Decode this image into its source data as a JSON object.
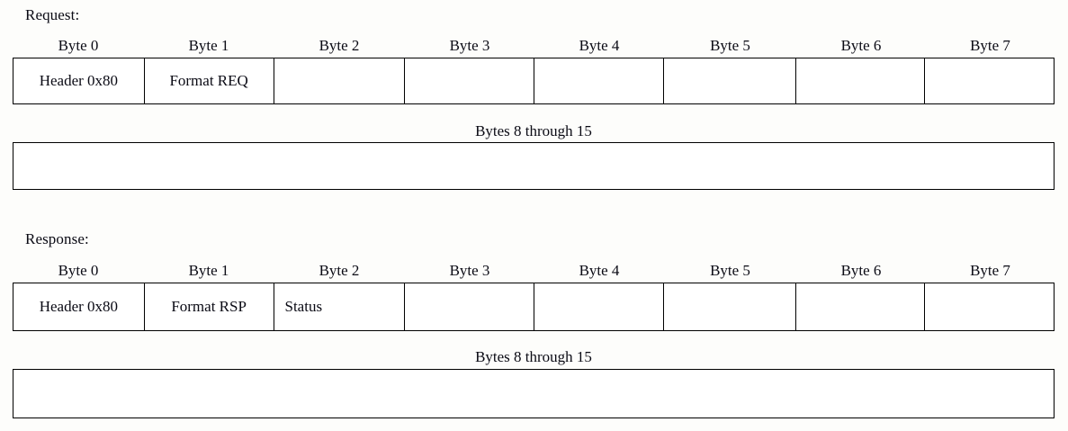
{
  "figure": {
    "title_request": "Request:",
    "title_response": "Response:",
    "byte_headers": [
      "Byte 0",
      "Byte 1",
      "Byte 2",
      "Byte 3",
      "Byte 4",
      "Byte 5",
      "Byte 6",
      "Byte 7"
    ],
    "wide_label": "Bytes 8 through 15",
    "colors": {
      "background": "#fdfdfb",
      "cell_fill": "#ffffff",
      "border": "#000000",
      "text": "#0a0a14"
    }
  },
  "request": {
    "label": "Request:",
    "headers": [
      "Byte 0",
      "Byte 1",
      "Byte 2",
      "Byte 3",
      "Byte 4",
      "Byte 5",
      "Byte 6",
      "Byte 7"
    ],
    "cells": [
      {
        "text": "Header 0x80",
        "align": "center"
      },
      {
        "text": "Format REQ",
        "align": "center"
      },
      {
        "text": "",
        "align": "center"
      },
      {
        "text": "",
        "align": "center"
      },
      {
        "text": "",
        "align": "center"
      },
      {
        "text": "",
        "align": "center"
      },
      {
        "text": "",
        "align": "center"
      },
      {
        "text": "",
        "align": "center"
      }
    ],
    "extension_label": "Bytes 8 through 15",
    "extension_value": ""
  },
  "response": {
    "label": "Response:",
    "headers": [
      "Byte 0",
      "Byte 1",
      "Byte 2",
      "Byte 3",
      "Byte 4",
      "Byte 5",
      "Byte 6",
      "Byte 7"
    ],
    "cells": [
      {
        "text": "Header 0x80",
        "align": "center"
      },
      {
        "text": "Format RSP",
        "align": "center"
      },
      {
        "text": "Status",
        "align": "left"
      },
      {
        "text": "",
        "align": "center"
      },
      {
        "text": "",
        "align": "center"
      },
      {
        "text": "",
        "align": "center"
      },
      {
        "text": "",
        "align": "center"
      },
      {
        "text": "",
        "align": "center"
      }
    ],
    "extension_label": "Bytes 8 through 15",
    "extension_value": ""
  }
}
